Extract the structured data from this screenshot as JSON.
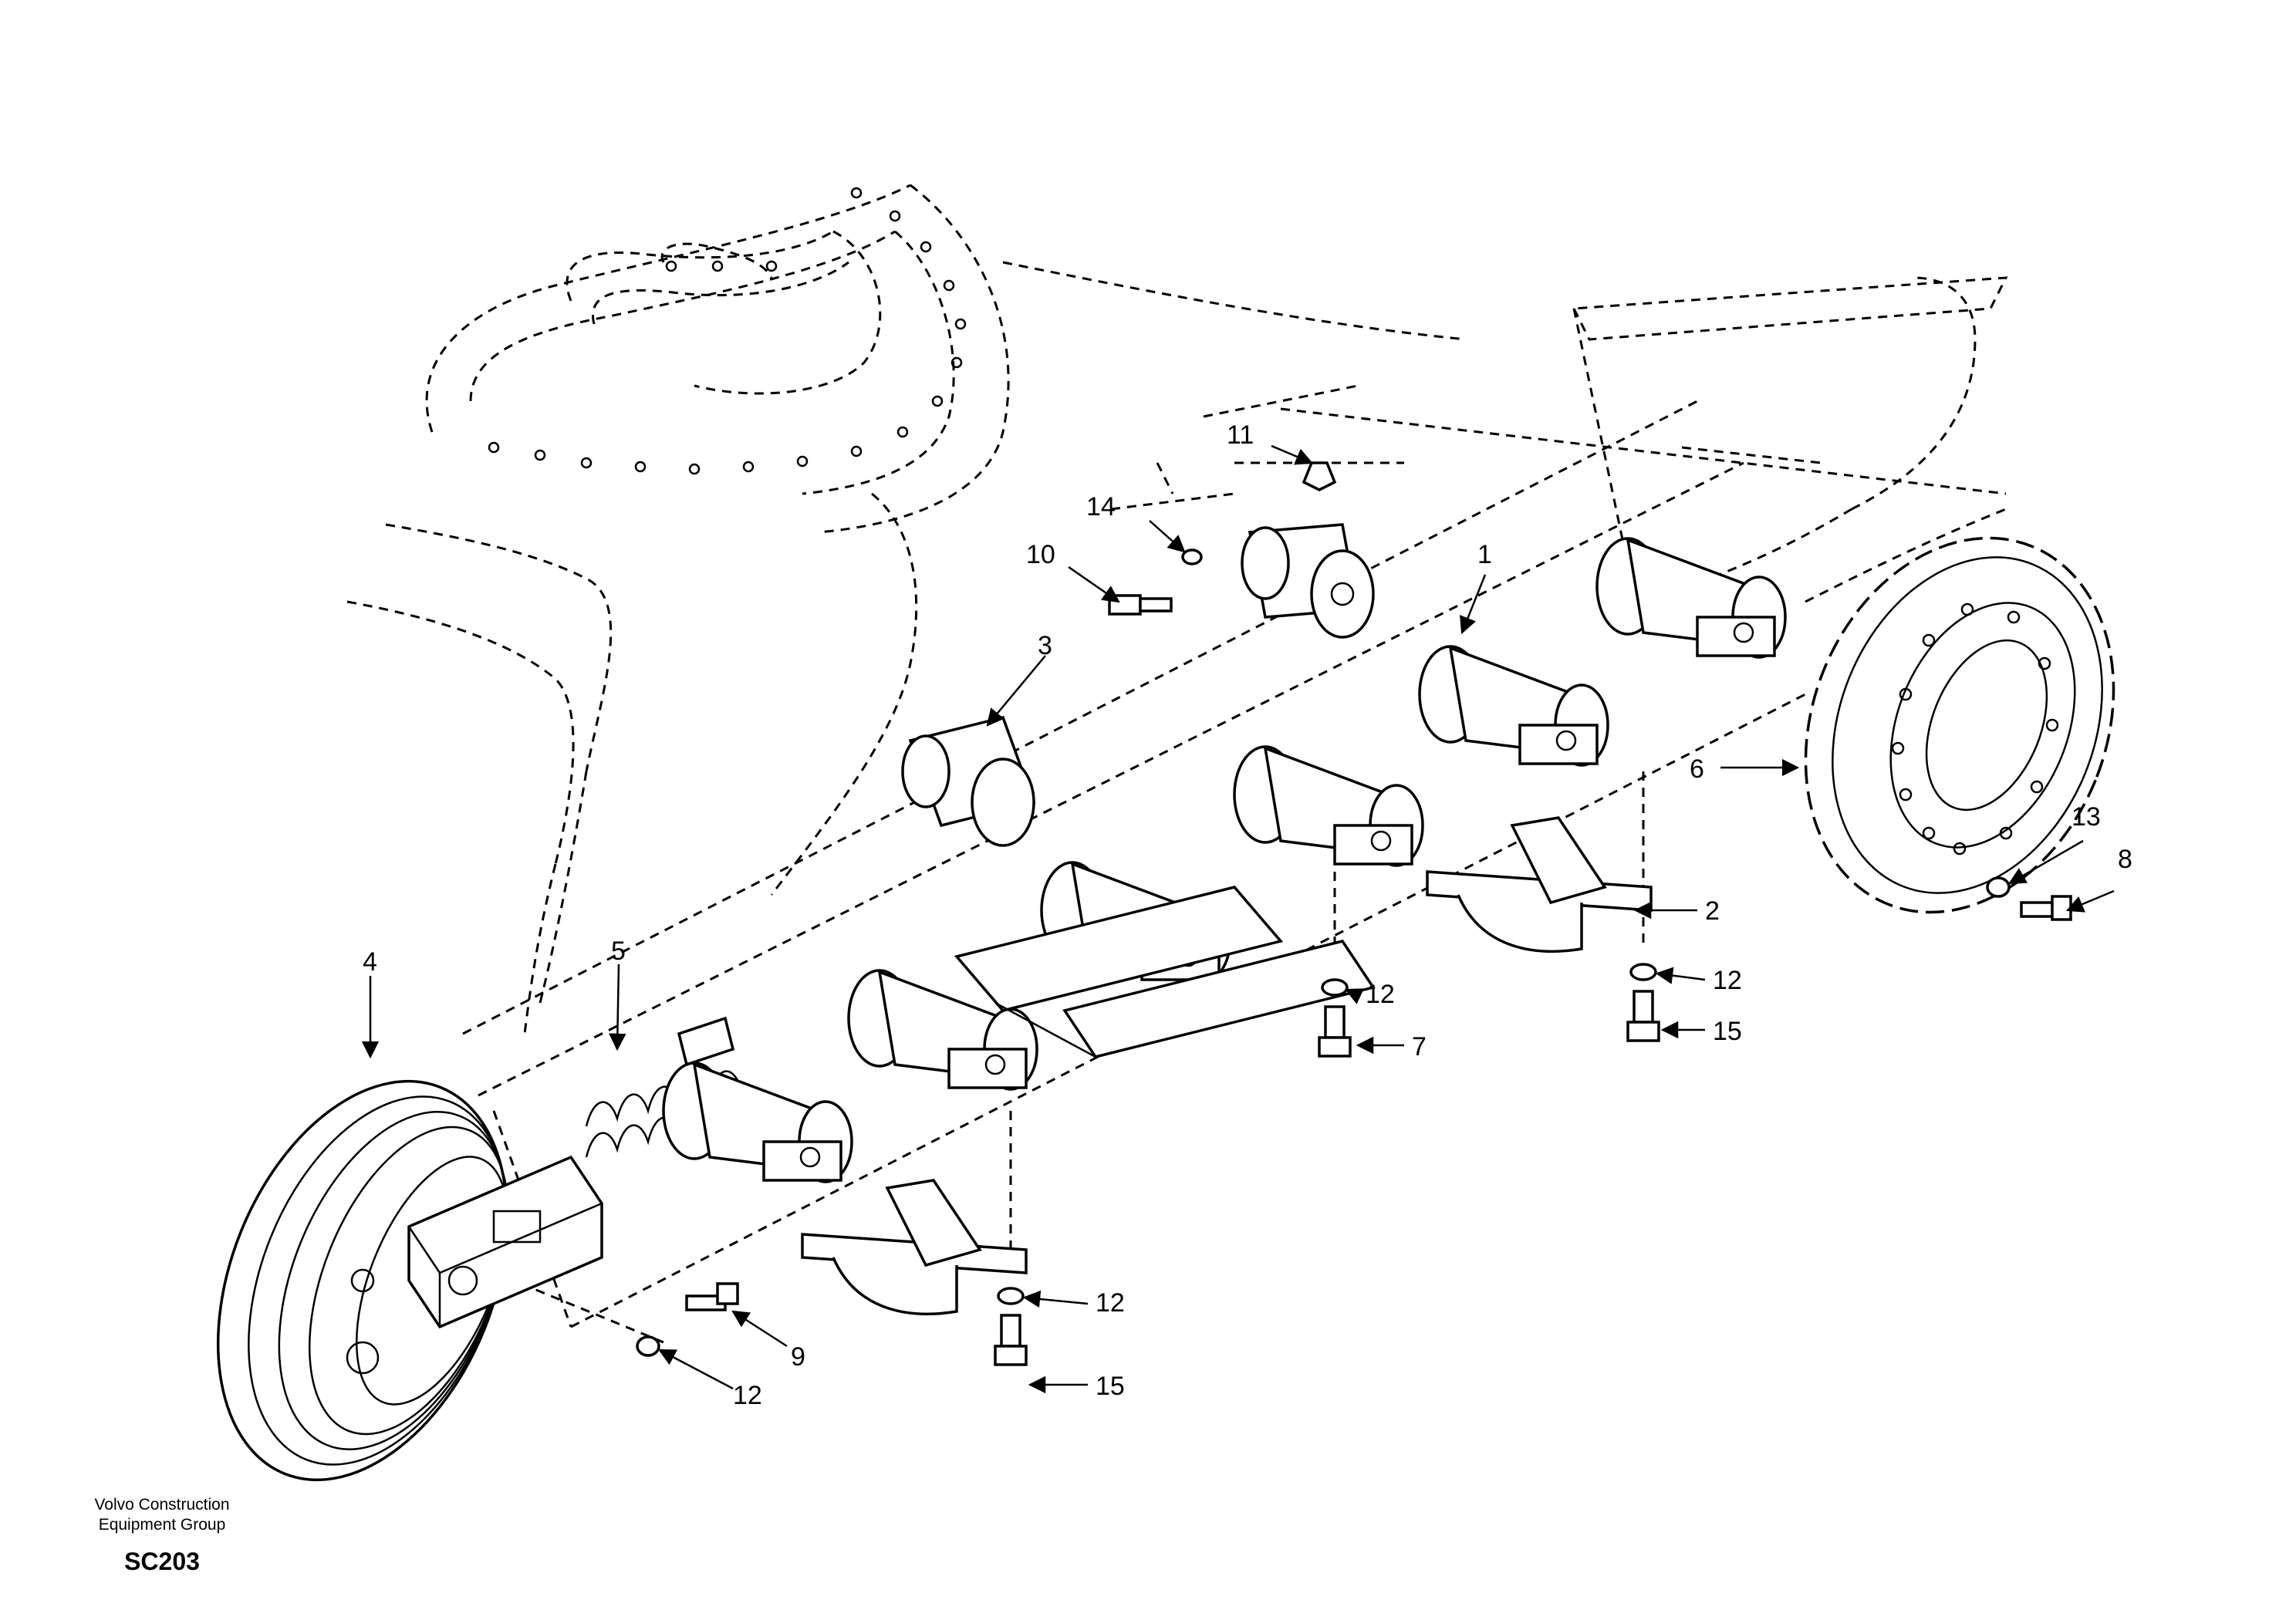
{
  "footer": {
    "company_line1": "Volvo Construction",
    "company_line2": "Equipment Group",
    "code": "SC203"
  },
  "callouts": {
    "c1": "1",
    "c2": "2",
    "c3": "3",
    "c4": "4",
    "c5": "5",
    "c6": "6",
    "c7": "7",
    "c8": "8",
    "c9": "9",
    "c10": "10",
    "c11": "11",
    "c12a": "12",
    "c12b": "12",
    "c12c": "12",
    "c12d": "12",
    "c13": "13",
    "c14": "14",
    "c15a": "15",
    "c15b": "15"
  }
}
